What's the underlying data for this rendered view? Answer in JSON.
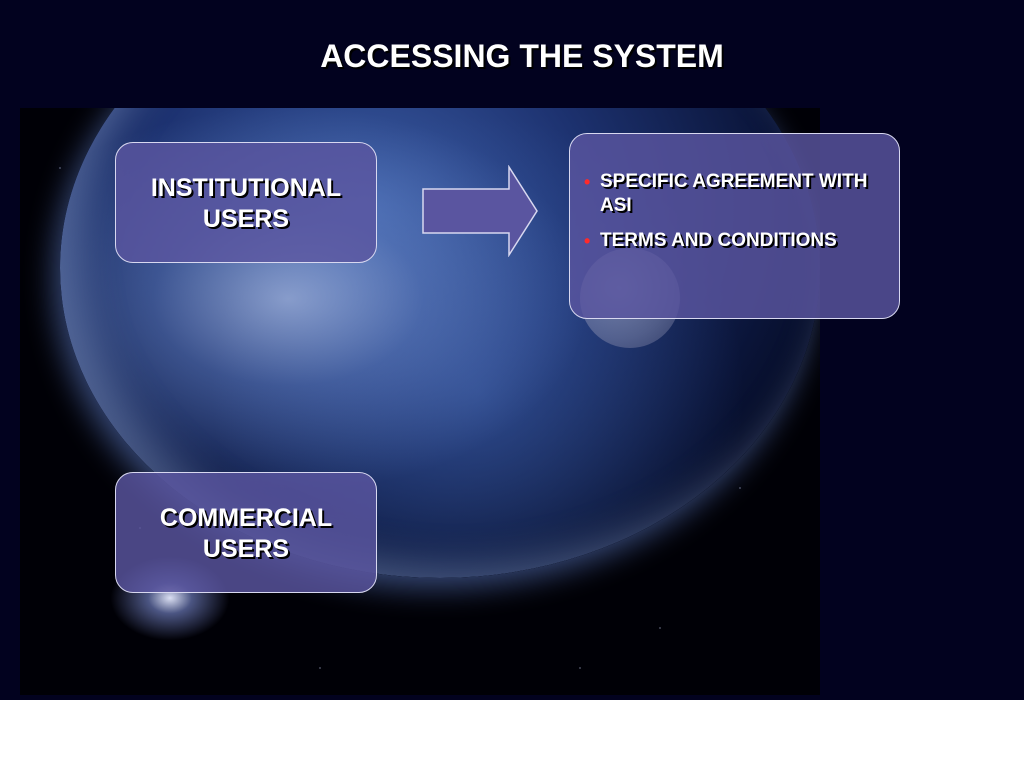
{
  "title": "ACCESSING THE SYSTEM",
  "institutional_box": {
    "line1": "INSTITUTIONAL",
    "line2": "USERS"
  },
  "commercial_box": {
    "line1": "COMMERCIAL",
    "line2": "USERS"
  },
  "requirements": [
    "SPECIFIC AGREEMENT WITH ASI",
    "TERMS AND CONDITIONS"
  ],
  "colors": {
    "background": "#02021f",
    "box_fill": "#5a55a0",
    "box_border": "#d8d8f0",
    "arrow_fill": "#5a55a0",
    "bullet": "#ff2a2a",
    "text": "#ffffff"
  },
  "icons": {
    "arrow": "right-arrow-icon",
    "bullet": "bullet-icon"
  }
}
